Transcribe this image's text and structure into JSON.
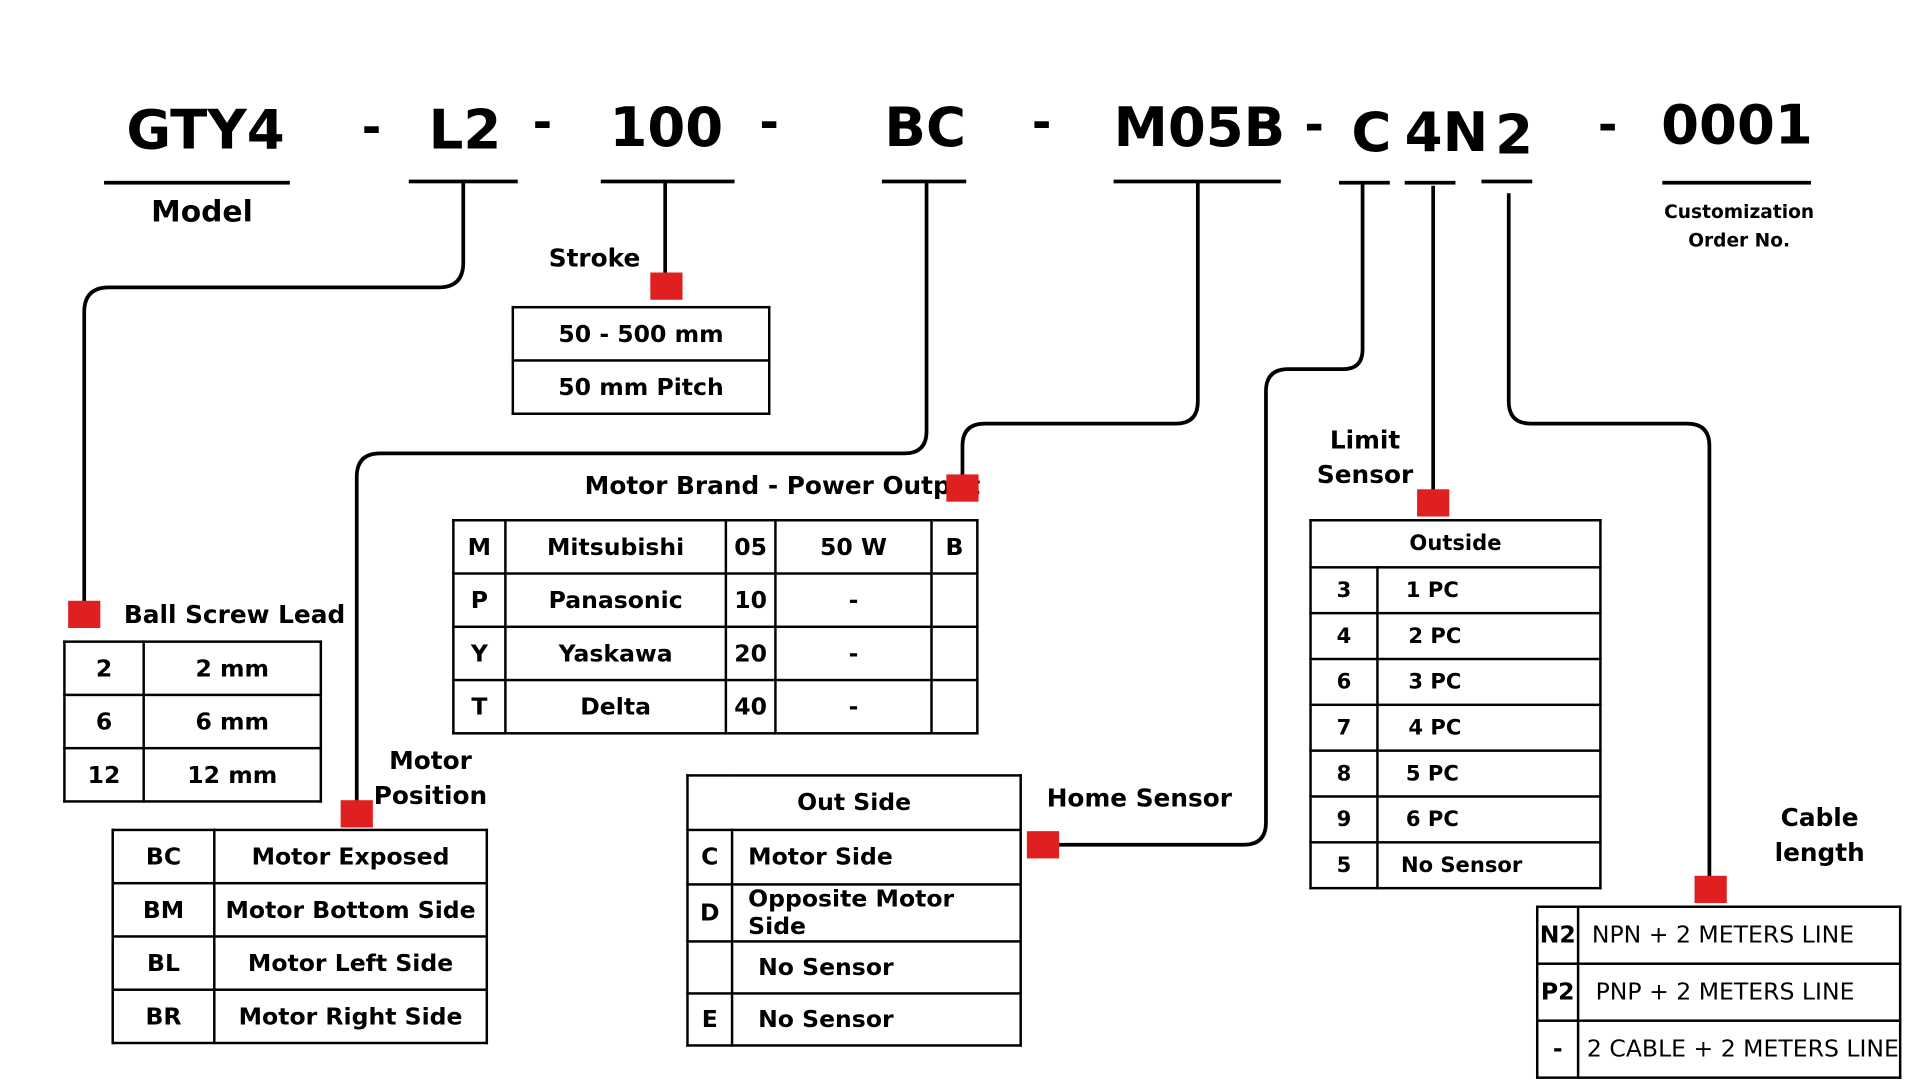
{
  "accent_color": "#e02020",
  "part_number": {
    "segments": [
      {
        "code": "GTY4",
        "label": "Model"
      },
      {
        "code": "L2"
      },
      {
        "code": "100"
      },
      {
        "code": "BC"
      },
      {
        "code": "M05B"
      },
      {
        "code": "C"
      },
      {
        "code": "4N"
      },
      {
        "code": "2"
      },
      {
        "code": "0001",
        "label_line1": "Customization",
        "label_line2": "Order No."
      }
    ],
    "separator": "-"
  },
  "stroke": {
    "title": "Stroke",
    "rows": [
      "50 - 500 mm",
      "50 mm Pitch"
    ]
  },
  "ball_screw_lead": {
    "title": "Ball Screw Lead",
    "rows": [
      {
        "code": "2",
        "value": "2 mm"
      },
      {
        "code": "6",
        "value": "6 mm"
      },
      {
        "code": "12",
        "value": "12 mm"
      }
    ]
  },
  "motor_position": {
    "title_line1": "Motor",
    "title_line2": "Position",
    "rows": [
      {
        "code": "BC",
        "value": "Motor Exposed"
      },
      {
        "code": "BM",
        "value": "Motor Bottom Side"
      },
      {
        "code": "BL",
        "value": "Motor Left Side"
      },
      {
        "code": "BR",
        "value": "Motor Right Side"
      }
    ]
  },
  "motor_brand": {
    "title": "Motor Brand - Power Output",
    "rows": [
      {
        "code": "M",
        "brand": "Mitsubishi",
        "power_code": "05",
        "power": "50 W",
        "brake": "B"
      },
      {
        "code": "P",
        "brand": "Panasonic",
        "power_code": "10",
        "power": "-",
        "brake": ""
      },
      {
        "code": "Y",
        "brand": "Yaskawa",
        "power_code": "20",
        "power": "-",
        "brake": ""
      },
      {
        "code": "T",
        "brand": "Delta",
        "power_code": "40",
        "power": "-",
        "brake": ""
      }
    ]
  },
  "home_sensor": {
    "title": "Home Sensor",
    "header": "Out Side",
    "rows": [
      {
        "code": "C",
        "value": "Motor Side"
      },
      {
        "code": "D",
        "value": "Opposite Motor Side"
      },
      {
        "code": "",
        "value": "No Sensor"
      },
      {
        "code": "E",
        "value": "No Sensor"
      }
    ]
  },
  "limit_sensor": {
    "title_line1": "Limit",
    "title_line2": "Sensor",
    "header": "Outside",
    "rows": [
      {
        "code": "3",
        "value": "1 PC"
      },
      {
        "code": "4",
        "value": "2 PC"
      },
      {
        "code": "6",
        "value": "3 PC"
      },
      {
        "code": "7",
        "value": "4 PC"
      },
      {
        "code": "8",
        "value": "5 PC"
      },
      {
        "code": "9",
        "value": "6 PC"
      },
      {
        "code": "5",
        "value": "No Sensor"
      }
    ]
  },
  "cable_length": {
    "title_line1": "Cable",
    "title_line2": "length",
    "rows": [
      {
        "code": "N2",
        "value": "NPN + 2 METERS LINE"
      },
      {
        "code": "P2",
        "value": "PNP + 2 METERS LINE"
      },
      {
        "code": "-",
        "value": "2 CABLE + 2 METERS LINE"
      }
    ]
  }
}
